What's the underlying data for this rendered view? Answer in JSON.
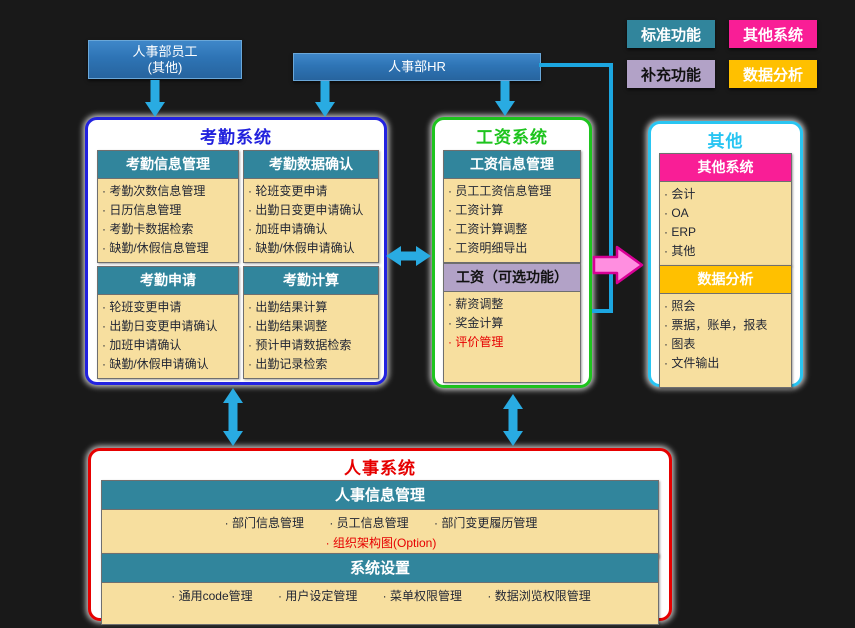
{
  "actors": {
    "employee": {
      "line1": "人事部员工",
      "line2": "(其他)"
    },
    "hr": {
      "label": "人事部HR"
    }
  },
  "legend": {
    "items": [
      {
        "label": "标准功能",
        "color": "#31859C"
      },
      {
        "label": "其他系统",
        "color": "#F91E96"
      },
      {
        "label": "补充功能",
        "color": "#B2A2C7"
      },
      {
        "label": "数据分析",
        "color": "#FFC000"
      }
    ]
  },
  "systems": {
    "attendance": {
      "title": "考勤系统",
      "modules": [
        {
          "header": "考勤信息管理",
          "items": [
            "考勤次数信息管理",
            "日历信息管理",
            "考勤卡数据检索",
            "缺勤/休假信息管理"
          ]
        },
        {
          "header": "考勤数据确认",
          "items": [
            "轮班变更申请",
            "出勤日变更申请确认",
            "加班申请确认",
            "缺勤/休假申请确认"
          ]
        },
        {
          "header": "考勤申请",
          "items": [
            "轮班变更申请",
            "出勤日变更申请确认",
            "加班申请确认",
            "缺勤/休假申请确认"
          ]
        },
        {
          "header": "考勤计算",
          "items": [
            "出勤结果计算",
            "出勤结果调整",
            "预计申请数据检索",
            "出勤记录检索"
          ]
        }
      ]
    },
    "payroll": {
      "title": "工资系统",
      "modules": [
        {
          "header": "工资信息管理",
          "items": [
            "员工工资信息管理",
            "工资计算",
            "工资计算调整",
            "工资明细导出"
          ]
        },
        {
          "header": "工资（可选功能）",
          "items": [
            "薪资调整",
            "奖金计算",
            "评价管理"
          ]
        }
      ]
    },
    "other": {
      "title": "其他",
      "modules": [
        {
          "header": "其他系统",
          "items": [
            "会计",
            "OA",
            "ERP",
            "其他"
          ]
        },
        {
          "header": "数据分析",
          "items": [
            "照会",
            "票据，账单，报表",
            "图表",
            "文件输出"
          ]
        }
      ]
    },
    "personnel": {
      "title": "人事系统",
      "info": {
        "header": "人事信息管理",
        "items": [
          "部门信息管理",
          "员工信息管理",
          "部门变更履历管理"
        ],
        "option_item": "组织架构图(Option)"
      },
      "settings": {
        "header": "系统设置",
        "items": [
          "通用code管理",
          "用户设定管理",
          "菜单权限管理",
          "数据浏览权限管理"
        ]
      }
    }
  },
  "colors": {
    "background": "#191919",
    "panel_border_attendance": "#2222E0",
    "panel_border_payroll": "#1EC41E",
    "panel_border_other": "#29C5F2",
    "panel_border_personnel": "#E60000",
    "module_header_teal": "#31859C",
    "module_body_tan": "#F7DF9F",
    "actor_steel_blue": "#2E74B5",
    "arrow_cyan": "#29ABE2",
    "connector_blue": "#1CA6E0",
    "arrow_pink_fill": "#FF8EE0",
    "arrow_pink_stroke": "#D80095",
    "highlight_red": "#E60000"
  }
}
